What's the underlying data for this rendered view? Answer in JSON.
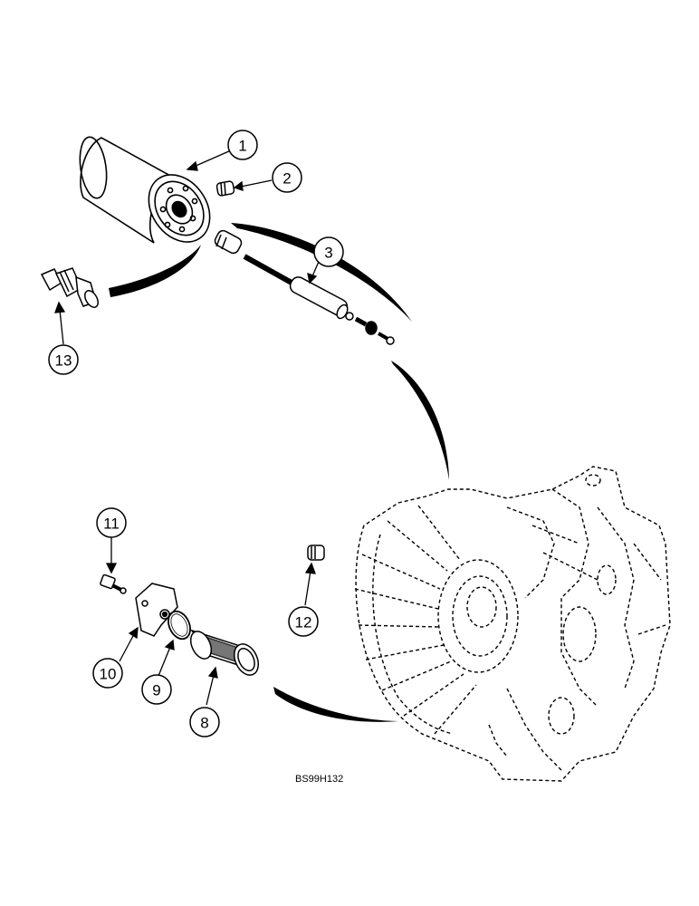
{
  "figure_code": "BS99H132",
  "callouts": [
    {
      "id": "callout-1",
      "label": "1",
      "item": "oil-filter"
    },
    {
      "id": "callout-2",
      "label": "2",
      "item": "plug"
    },
    {
      "id": "callout-3",
      "label": "3",
      "item": "relief-valve-assembly"
    },
    {
      "id": "callout-8",
      "label": "8",
      "item": "suction-screen"
    },
    {
      "id": "callout-9",
      "label": "9",
      "item": "o-ring"
    },
    {
      "id": "callout-10",
      "label": "10",
      "item": "cover"
    },
    {
      "id": "callout-11",
      "label": "11",
      "item": "bolt"
    },
    {
      "id": "callout-12",
      "label": "12",
      "item": "plug"
    },
    {
      "id": "callout-13",
      "label": "13",
      "item": "adapter-fitting"
    }
  ],
  "colors": {
    "line": "#000000",
    "background": "#ffffff"
  }
}
